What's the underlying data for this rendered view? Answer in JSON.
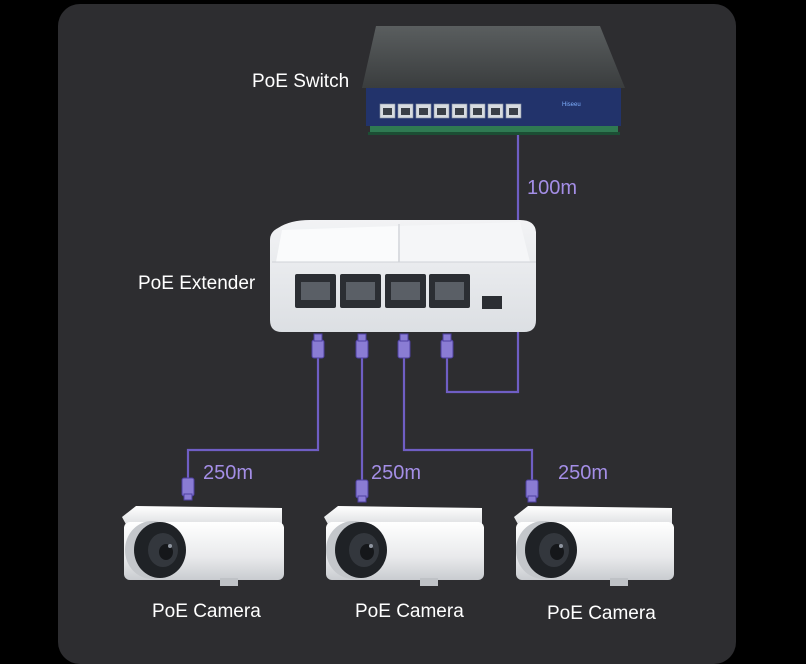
{
  "labels": {
    "switch": "PoE Switch",
    "extender": "PoE Extender",
    "camera_left": "PoE Camera",
    "camera_middle": "PoE Camera",
    "camera_right": "PoE Camera"
  },
  "distances": {
    "switch_to_extender": "100m",
    "extender_to_camera_left": "250m",
    "extender_to_camera_middle": "250m",
    "extender_to_camera_right": "250m"
  },
  "switch_brand": "Hiseeu",
  "colors": {
    "background": "#000000",
    "panel": "#2d2d30",
    "cable": "#6f5ec4",
    "distance_text": "#a48ee6",
    "switch_front": "#22336b",
    "switch_base": "#2f7a52",
    "label_text": "#ffffff"
  }
}
